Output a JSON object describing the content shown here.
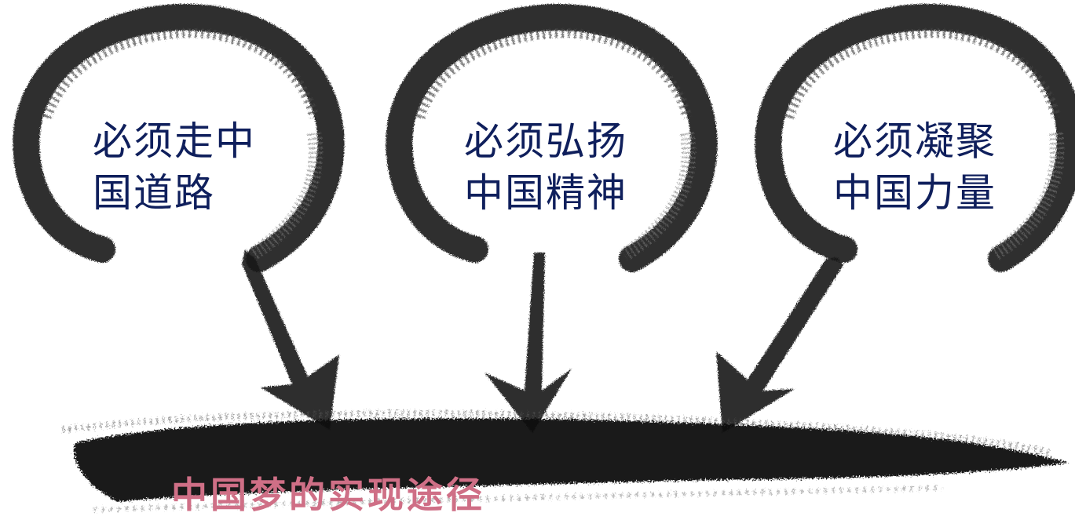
{
  "circles": [
    {
      "line1": "必须走中",
      "line2": "国道路"
    },
    {
      "line1": "必须弘扬",
      "line2": "中国精神"
    },
    {
      "line1": "必须凝聚",
      "line2": "中国力量"
    }
  ],
  "bottom_title": "中国梦的实现途径",
  "colors": {
    "ink": "#1b1b1b",
    "text": "#0f1f5c",
    "title": "#cf6f86"
  }
}
